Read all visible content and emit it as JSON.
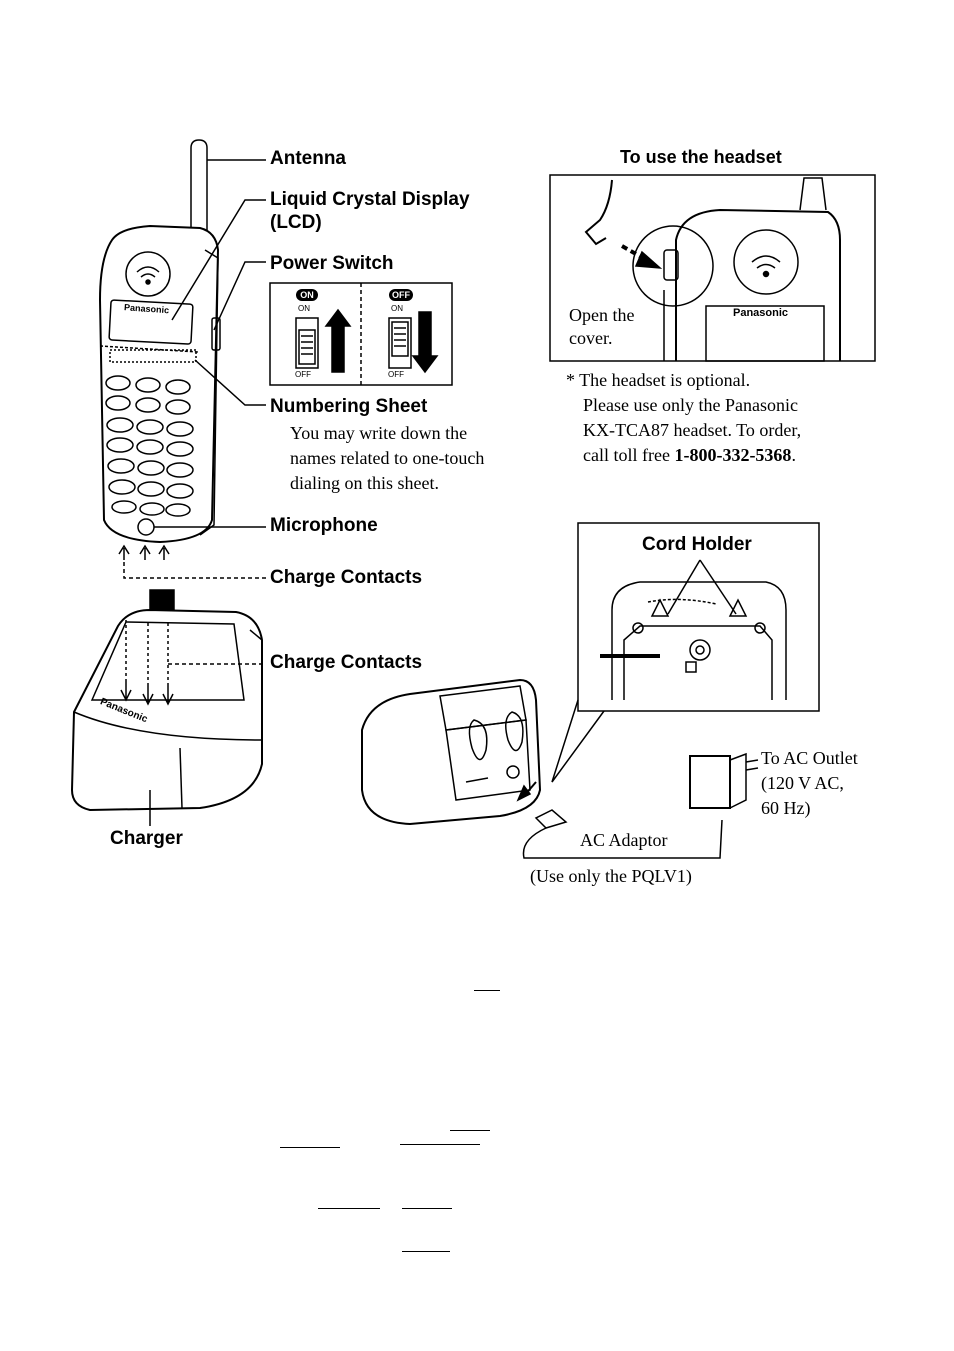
{
  "labels": {
    "antenna": "Antenna",
    "lcd_line1": "Liquid Crystal Display",
    "lcd_line2": "(LCD)",
    "power_switch": "Power Switch",
    "numbering_sheet": "Numbering Sheet",
    "microphone": "Microphone",
    "charge_contacts_top": "Charge Contacts",
    "charge_contacts_bottom": "Charge Contacts",
    "charger": "Charger",
    "headset_title": "To use the headset",
    "cord_holder": "Cord Holder"
  },
  "switch": {
    "on_badge": "ON",
    "off_badge": "OFF",
    "on_small": "ON",
    "off_small": "OFF"
  },
  "brand": "Panasonic",
  "numbering_text": [
    "You may write down the",
    "names related to one-touch",
    "dialing on this sheet."
  ],
  "headset": {
    "open_cover_1": "Open the",
    "open_cover_2": "cover.",
    "note_1": "* The headset is optional.",
    "note_2": "Please use only the Panasonic",
    "note_3": "KX-TCA87 headset. To order,",
    "note_4_prefix": "call toll free ",
    "phone_number": "1-800-332-5368",
    "note_4_suffix": "."
  },
  "adaptor": {
    "outlet_1": "To AC Outlet",
    "outlet_2": "(120 V AC,",
    "outlet_3": "60 Hz)",
    "label": "AC Adaptor",
    "only": "(Use only the PQLV1)"
  }
}
